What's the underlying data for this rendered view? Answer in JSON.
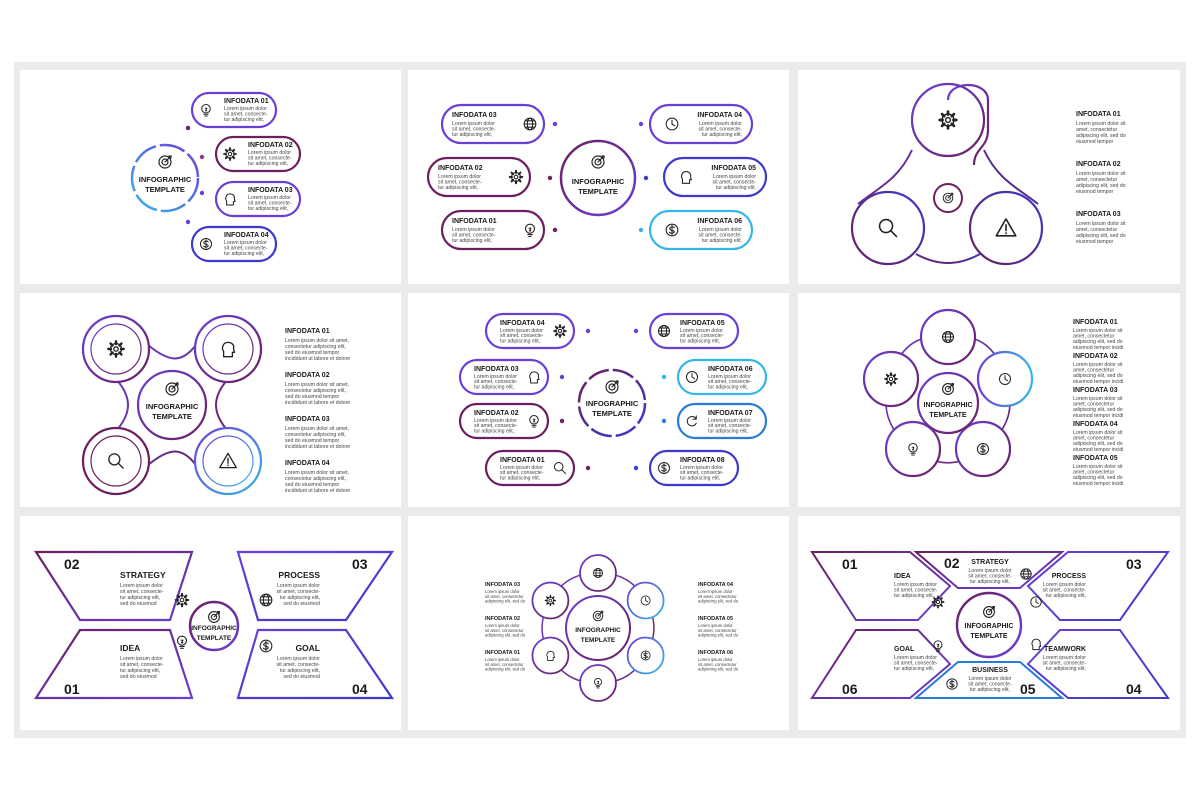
{
  "colors": {
    "plum": "#6b1f5f",
    "purple": "#8a2be2",
    "violet": "#6a3fd6",
    "indigo": "#3d3acb",
    "blue": "#2a7bd6",
    "cyan": "#35b6e8",
    "magenta": "#9b2f8f",
    "text": "#1a1a1a"
  },
  "center_label": [
    "INFOGRAPHIC",
    "TEMPLATE"
  ],
  "lorem": {
    "short3": [
      "Lorem ipsum dolor",
      "sit amet, consecte-",
      "tur adipiscing elit,"
    ],
    "body5": [
      "Lorem ipsum dolor sit amet,",
      "consectetur adipiscing elit,",
      "sed do eiusmod tempor",
      "incididunt ut labore et dolore"
    ],
    "body_tri": [
      "Lorem ipsum dolor sit",
      "amet, consectetur",
      "adipiscing elit, sed do",
      "eiusmod tempor"
    ],
    "body4": [
      "Lorem ipsum dolor",
      "sit amet, consecte-",
      "tur adipiscing elit,",
      "sed do eiusmod"
    ]
  },
  "panel1": {
    "items": [
      {
        "title": "INFODATA 01",
        "icon": "bulb-icon"
      },
      {
        "title": "INFODATA 02",
        "icon": "gear-icon"
      },
      {
        "title": "INFODATA 03",
        "icon": "head-icon"
      },
      {
        "title": "INFODATA 04",
        "icon": "dollar-icon"
      }
    ]
  },
  "panel2": {
    "items": [
      {
        "title": "INFODATA 03",
        "icon": "globe-icon"
      },
      {
        "title": "INFODATA 02",
        "icon": "gear-icon"
      },
      {
        "title": "INFODATA 01",
        "icon": "bulb-icon"
      },
      {
        "title": "INFODATA 04",
        "icon": "clock-icon"
      },
      {
        "title": "INFODATA 05",
        "icon": "head-icon"
      },
      {
        "title": "INFODATA 06",
        "icon": "dollar-icon"
      }
    ]
  },
  "panel3": {
    "items": [
      {
        "title": "INFODATA 01"
      },
      {
        "title": "INFODATA 02"
      },
      {
        "title": "INFODATA 03"
      }
    ]
  },
  "panel4": {
    "items": [
      {
        "title": "INFODATA 01"
      },
      {
        "title": "INFODATA 02"
      },
      {
        "title": "INFODATA 03"
      },
      {
        "title": "INFODATA 04"
      }
    ]
  },
  "panel5": {
    "items": [
      {
        "title": "INFODATA 04",
        "icon": "gear-icon"
      },
      {
        "title": "INFODATA 03",
        "icon": "head-icon"
      },
      {
        "title": "INFODATA 02",
        "icon": "bulb-icon"
      },
      {
        "title": "INFODATA 01",
        "icon": "search-icon"
      },
      {
        "title": "INFODATA 05",
        "icon": "globe-icon"
      },
      {
        "title": "INFODATA 06",
        "icon": "clock-icon"
      },
      {
        "title": "INFODATA 07",
        "icon": "refresh-icon"
      },
      {
        "title": "INFODATA 08",
        "icon": "dollar-icon"
      }
    ]
  },
  "panel6": {
    "items": [
      {
        "title": "INFODATA 01"
      },
      {
        "title": "INFODATA 02"
      },
      {
        "title": "INFODATA 03"
      },
      {
        "title": "INFODATA 04"
      },
      {
        "title": "INFODATA 05"
      }
    ]
  },
  "panel7": {
    "items": [
      {
        "num": "02",
        "title": "STRATEGY"
      },
      {
        "num": "03",
        "title": "PROCESS"
      },
      {
        "num": "01",
        "title": "IDEA"
      },
      {
        "num": "04",
        "title": "GOAL"
      }
    ]
  },
  "panel8": {
    "items": [
      {
        "title": "INFODATA 03"
      },
      {
        "title": "INFODATA 02"
      },
      {
        "title": "INFODATA 01"
      },
      {
        "title": "INFODATA 04"
      },
      {
        "title": "INFODATA 05"
      },
      {
        "title": "INFODATA 06"
      }
    ]
  },
  "panel9": {
    "items": [
      {
        "num": "01",
        "title": "IDEA"
      },
      {
        "num": "02",
        "title": "STRATEGY"
      },
      {
        "num": "03",
        "title": "PROCESS"
      },
      {
        "num": "06",
        "title": "GOAL"
      },
      {
        "num": "05",
        "title": "BUSINESS"
      },
      {
        "num": "04",
        "title": "TEAMWORK"
      }
    ]
  }
}
